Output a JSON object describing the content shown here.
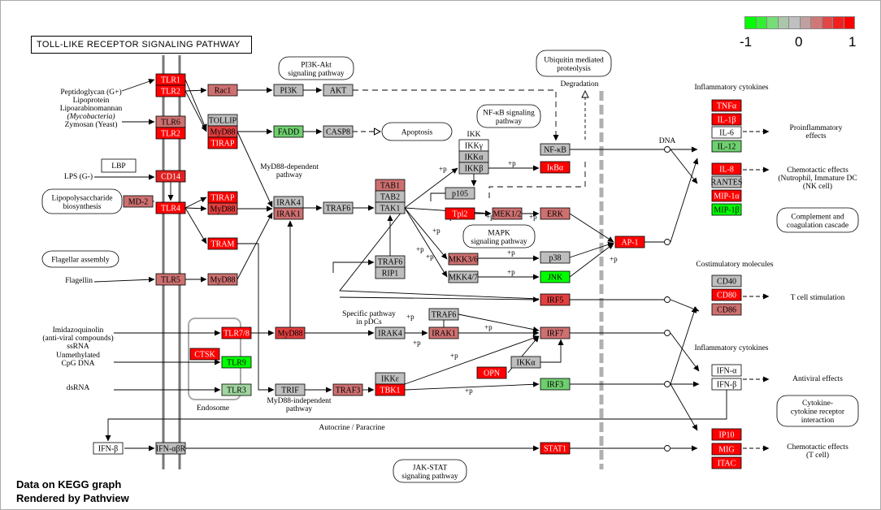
{
  "title": "TOLL-LIKE RECEPTOR SIGNALING PATHWAY",
  "legend": {
    "min": "-1",
    "mid": "0",
    "max": "1",
    "colors": [
      "#00ff00",
      "#33ee33",
      "#77dd77",
      "#aac7aa",
      "#c0c0c0",
      "#c0a0a0",
      "#d07878",
      "#e04848",
      "#f02020",
      "#ff0000"
    ]
  },
  "footer": [
    "Data on KEGG graph",
    "Rendered by Pathview"
  ],
  "genes": [
    {
      "id": "tlr1",
      "label": "TLR1",
      "color": "#ff0000"
    },
    {
      "id": "tlr2a",
      "label": "TLR2",
      "color": "#ff0000"
    },
    {
      "id": "rac1",
      "label": "Rac1",
      "color": "#cd7070"
    },
    {
      "id": "pi3k",
      "label": "PI3K",
      "color": "#bebebe"
    },
    {
      "id": "akt",
      "label": "AKT",
      "color": "#bebebe"
    },
    {
      "id": "tlr6",
      "label": "TLR6",
      "color": "#cd7070"
    },
    {
      "id": "tlr2b",
      "label": "TLR2",
      "color": "#ff0000"
    },
    {
      "id": "tollip",
      "label": "TOLLIP",
      "color": "#bebebe"
    },
    {
      "id": "myd88a",
      "label": "MyD88",
      "color": "#e04040"
    },
    {
      "id": "tirap1",
      "label": "TIRAP",
      "color": "#ff0000"
    },
    {
      "id": "fadd",
      "label": "FADD",
      "color": "#6fcf6f"
    },
    {
      "id": "casp8",
      "label": "CASP8",
      "color": "#bebebe"
    },
    {
      "id": "cd14",
      "label": "CD14",
      "color": "#e02020"
    },
    {
      "id": "md2",
      "label": "MD-2",
      "color": "#cd7070"
    },
    {
      "id": "tlr4",
      "label": "TLR4",
      "color": "#ff0000"
    },
    {
      "id": "tirap2",
      "label": "TIRAP",
      "color": "#ff0000"
    },
    {
      "id": "myd88b",
      "label": "MyD88",
      "color": "#e04040"
    },
    {
      "id": "irak4a",
      "label": "IRAK4",
      "color": "#bebebe"
    },
    {
      "id": "irak1a",
      "label": "IRAK1",
      "color": "#cd7070"
    },
    {
      "id": "traf6a",
      "label": "TRAF6",
      "color": "#bebebe"
    },
    {
      "id": "tab1",
      "label": "TAB1",
      "color": "#cd7070"
    },
    {
      "id": "tab2",
      "label": "TAB2",
      "color": "#bebebe"
    },
    {
      "id": "tak1",
      "label": "TAK1",
      "color": "#bebebe"
    },
    {
      "id": "ikkg",
      "label": "IKKγ",
      "color": "#ffffff"
    },
    {
      "id": "ikka1",
      "label": "IKKα",
      "color": "#bebebe"
    },
    {
      "id": "ikkb",
      "label": "IKKβ",
      "color": "#bebebe"
    },
    {
      "id": "nfkb",
      "label": "NF-κB",
      "color": "#bebebe"
    },
    {
      "id": "ikba",
      "label": "IκBα",
      "color": "#ff0000"
    },
    {
      "id": "p105",
      "label": "p105",
      "color": "#bebebe"
    },
    {
      "id": "tpl2",
      "label": "Tpl2",
      "color": "#ff0000"
    },
    {
      "id": "mek12",
      "label": "MEK1/2",
      "color": "#cd7070"
    },
    {
      "id": "erk",
      "label": "ERK",
      "color": "#cd7070"
    },
    {
      "id": "tram",
      "label": "TRAM",
      "color": "#ff0000"
    },
    {
      "id": "tlr5",
      "label": "TLR5",
      "color": "#cd7070"
    },
    {
      "id": "myd88c",
      "label": "MyD88",
      "color": "#cd7070"
    },
    {
      "id": "traf6b",
      "label": "TRAF6",
      "color": "#bebebe"
    },
    {
      "id": "rip1",
      "label": "RIP1",
      "color": "#bebebe"
    },
    {
      "id": "mkk36",
      "label": "MKK3/6",
      "color": "#cd7070"
    },
    {
      "id": "p38",
      "label": "p38",
      "color": "#bebebe"
    },
    {
      "id": "mkk47",
      "label": "MKK4/7",
      "color": "#bebebe"
    },
    {
      "id": "jnk",
      "label": "JNK",
      "color": "#00ff00"
    },
    {
      "id": "ap1",
      "label": "AP-1",
      "color": "#ff0000"
    },
    {
      "id": "irf5",
      "label": "IRF5",
      "color": "#e04040"
    },
    {
      "id": "tlr78",
      "label": "TLR7/8",
      "color": "#ff0000"
    },
    {
      "id": "myd88d",
      "label": "MyD88",
      "color": "#e04040"
    },
    {
      "id": "irak4b",
      "label": "IRAK4",
      "color": "#bebebe"
    },
    {
      "id": "irak1b",
      "label": "IRAK1",
      "color": "#cd7070"
    },
    {
      "id": "traf6c",
      "label": "TRAF6",
      "color": "#bebebe"
    },
    {
      "id": "irf7",
      "label": "IRF7",
      "color": "#cd7070"
    },
    {
      "id": "ctsk",
      "label": "CTSK",
      "color": "#ff0000"
    },
    {
      "id": "tlr9",
      "label": "TLR9",
      "color": "#00ff00"
    },
    {
      "id": "ikka2",
      "label": "IKKα",
      "color": "#bebebe"
    },
    {
      "id": "opn",
      "label": "OPN",
      "color": "#ff0000"
    },
    {
      "id": "tlr3",
      "label": "TLR3",
      "color": "#9fd59f"
    },
    {
      "id": "trif",
      "label": "TRIF",
      "color": "#bebebe"
    },
    {
      "id": "traf3",
      "label": "TRAF3",
      "color": "#cd7070"
    },
    {
      "id": "ikke",
      "label": "IKKε",
      "color": "#bebebe"
    },
    {
      "id": "tbk1",
      "label": "TBK1",
      "color": "#ff0000"
    },
    {
      "id": "irf3",
      "label": "IRF3",
      "color": "#6fcf6f"
    },
    {
      "id": "ifnb1",
      "label": "IFN-β",
      "color": "#ffffff"
    },
    {
      "id": "ifnabr",
      "label": "IFN-αβR",
      "color": "#bebebe"
    },
    {
      "id": "stat1",
      "label": "STAT1",
      "color": "#ff0000"
    },
    {
      "id": "tnfa",
      "label": "TNFα",
      "color": "#ff0000"
    },
    {
      "id": "il1b",
      "label": "IL-1β",
      "color": "#ff0000"
    },
    {
      "id": "il6",
      "label": "IL-6",
      "color": "#ffffff"
    },
    {
      "id": "il12",
      "label": "IL-12",
      "color": "#6fcf6f"
    },
    {
      "id": "il8",
      "label": "IL-8",
      "color": "#ff0000"
    },
    {
      "id": "rantes",
      "label": "RANTES",
      "color": "#bebebe"
    },
    {
      "id": "mip1a",
      "label": "MIP-1α",
      "color": "#ff0000"
    },
    {
      "id": "mip1b",
      "label": "MIP-1β",
      "color": "#00ff00"
    },
    {
      "id": "cd40",
      "label": "CD40",
      "color": "#bebebe"
    },
    {
      "id": "cd80",
      "label": "CD80",
      "color": "#ff0000"
    },
    {
      "id": "cd86",
      "label": "CD86",
      "color": "#cd7070"
    },
    {
      "id": "ifna",
      "label": "IFN-α",
      "color": "#ffffff"
    },
    {
      "id": "ifnb2",
      "label": "IFN-β",
      "color": "#ffffff"
    },
    {
      "id": "ip10",
      "label": "IP10",
      "color": "#ff0000"
    },
    {
      "id": "mig",
      "label": "MIG",
      "color": "#ff0000"
    },
    {
      "id": "itac",
      "label": "ITAC",
      "color": "#ff0000"
    }
  ],
  "bubbles": [
    {
      "id": "pi3k-akt",
      "lines": [
        "PI3K-Akt",
        "signaling pathway"
      ]
    },
    {
      "id": "ubiquitin",
      "lines": [
        "Ubiquitin mediated",
        "proteolysis"
      ]
    },
    {
      "id": "nfkb-path",
      "lines": [
        "NF-κB signaling",
        "pathway"
      ]
    },
    {
      "id": "apoptosis",
      "lines": [
        "Apoptosis"
      ]
    },
    {
      "id": "lps-bio",
      "lines": [
        "Lipopolysaccharide",
        "biosynthesis"
      ]
    },
    {
      "id": "flagellar",
      "lines": [
        "Flagellar assembly"
      ]
    },
    {
      "id": "mapk",
      "lines": [
        "MAPK",
        "signaling pathway"
      ]
    },
    {
      "id": "jak-stat",
      "lines": [
        "JAK-STAT",
        "signaling pathway"
      ]
    },
    {
      "id": "complement",
      "lines": [
        "Complement and",
        "coagulation cascade"
      ]
    },
    {
      "id": "cytokine-rec",
      "lines": [
        "Cytokine-",
        "cytokine receptor",
        "interaction"
      ]
    }
  ],
  "labels": [
    {
      "id": "ligand-1",
      "lines": [
        "Peptidoglycan (G+)",
        "Lipoprotein",
        "Lipoarabinomannan",
        "(Mycobacteria)",
        "Zymosan (Yeast)"
      ]
    },
    {
      "id": "lbp",
      "lines": [
        "LBP"
      ]
    },
    {
      "id": "lps",
      "lines": [
        "LPS (G-)"
      ]
    },
    {
      "id": "flagellin",
      "lines": [
        "Flagellin"
      ]
    },
    {
      "id": "imidazo",
      "lines": [
        "Imidazoquinolin",
        "(anti-viral compounds)",
        "ssRNA"
      ]
    },
    {
      "id": "cpg",
      "lines": [
        "Unmethylated",
        "CpG DNA"
      ]
    },
    {
      "id": "dsrna",
      "lines": [
        "dsRNA"
      ]
    },
    {
      "id": "endosome",
      "lines": [
        "Endosome"
      ]
    },
    {
      "id": "myd88-dep",
      "lines": [
        "MyD88-dependent",
        "pathway"
      ]
    },
    {
      "id": "myd88-indep",
      "lines": [
        "MyD88-independent",
        "pathway"
      ]
    },
    {
      "id": "specific",
      "lines": [
        "Specific pathway",
        "in pDCs"
      ]
    },
    {
      "id": "autocrine",
      "lines": [
        "Autocrine / Paracrine"
      ]
    },
    {
      "id": "degradation",
      "lines": [
        "Degradation"
      ]
    },
    {
      "id": "dna",
      "lines": [
        "DNA"
      ]
    },
    {
      "id": "ikk",
      "lines": [
        "IKK"
      ]
    },
    {
      "id": "infl-1",
      "lines": [
        "Inflammatory cytokines"
      ]
    },
    {
      "id": "costim",
      "lines": [
        "Costimulatory molecules"
      ]
    },
    {
      "id": "infl-2",
      "lines": [
        "Inflammatory cytokines"
      ]
    },
    {
      "id": "proinfl",
      "lines": [
        "Proinflammatory",
        "effects"
      ]
    },
    {
      "id": "chemo-1",
      "lines": [
        "Chemotactic effects",
        "(Nutrophil, Immature DC",
        "(NK cell)"
      ]
    },
    {
      "id": "tcell",
      "lines": [
        "T cell stimulation"
      ]
    },
    {
      "id": "antiviral",
      "lines": [
        "Antiviral effects"
      ]
    },
    {
      "id": "chemo-2",
      "lines": [
        "Chemotactic effects",
        "(T cell)"
      ]
    }
  ],
  "plus_p": "+p"
}
